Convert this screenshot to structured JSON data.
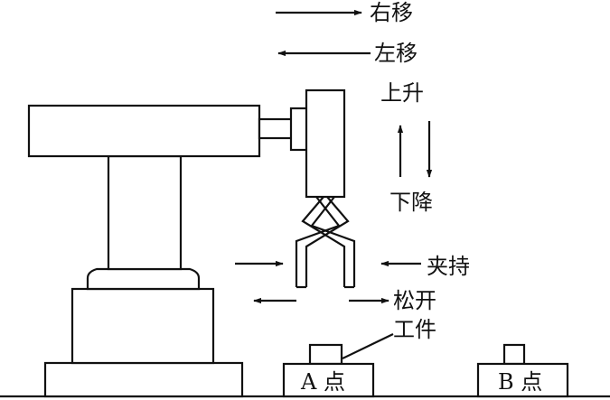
{
  "labels": {
    "move_right": "右移",
    "move_left": "左移",
    "move_up": "上升",
    "move_down": "下降",
    "clamp": "夹持",
    "release": "松开",
    "workpiece": "工件",
    "point_a": "A 点",
    "point_b": "B 点"
  },
  "colors": {
    "line": "#111111",
    "background": "#ffffff"
  }
}
